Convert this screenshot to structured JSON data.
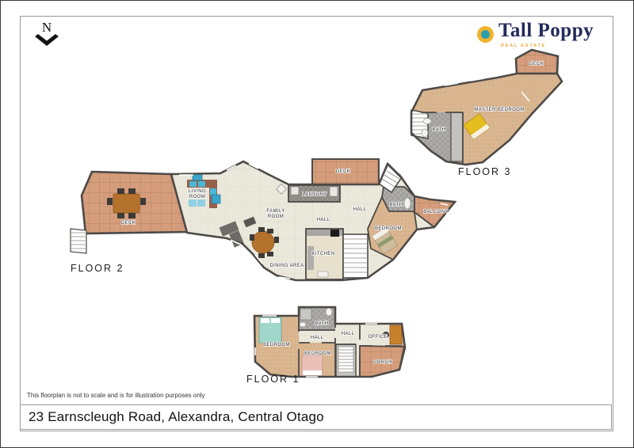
{
  "header": {
    "north_indicator": "N",
    "logo": {
      "brand": "Tall Poppy",
      "tagline": "REAL ESTATE"
    }
  },
  "floors": {
    "floor1": {
      "label": "FLOOR 1",
      "rooms": {
        "bedroom_left": "BEDROOM",
        "bath": "BATH",
        "hall_left": "HALL",
        "hall_right": "HALL",
        "bedroom_center": "BEDROOM",
        "office": "OFFICE",
        "porch": "PORCH"
      }
    },
    "floor2": {
      "label": "FLOOR 2",
      "rooms": {
        "deck_left": "DECK",
        "living_room_line1": "LIVING",
        "living_room_line2": "ROOM",
        "family_room_line1": "FAMILY",
        "family_room_line2": "ROOM",
        "laundry": "LAUNDRY",
        "deck_top": "DECK",
        "hall_center": "HALL",
        "hall_right": "HALL",
        "bath": "BATH",
        "balcony": "BALCONY",
        "bedroom": "BEDROOM",
        "kitchen": "KITCHEN",
        "dining_area": "DINING AREA"
      }
    },
    "floor3": {
      "label": "FLOOR 3",
      "rooms": {
        "deck": "DECK",
        "master_bedroom": "MASTER BEDROOM",
        "bath": "BATH"
      }
    }
  },
  "footer": {
    "disclaimer": "This floorplan is not to scale and is for illustration purposes only",
    "address": "23 Earnscleugh Road, Alexandra, Central Otago"
  },
  "colors": {
    "brand_navy": "#232a5c",
    "brand_gold": "#f0b42c",
    "brand_teal": "#2b9fae",
    "wall": "#4d4a47",
    "carpet": "#d9b58f",
    "tile_terracotta": "#d59d7b",
    "tile_bath": "#aeaca9",
    "floor_interior": "#eae7db"
  }
}
